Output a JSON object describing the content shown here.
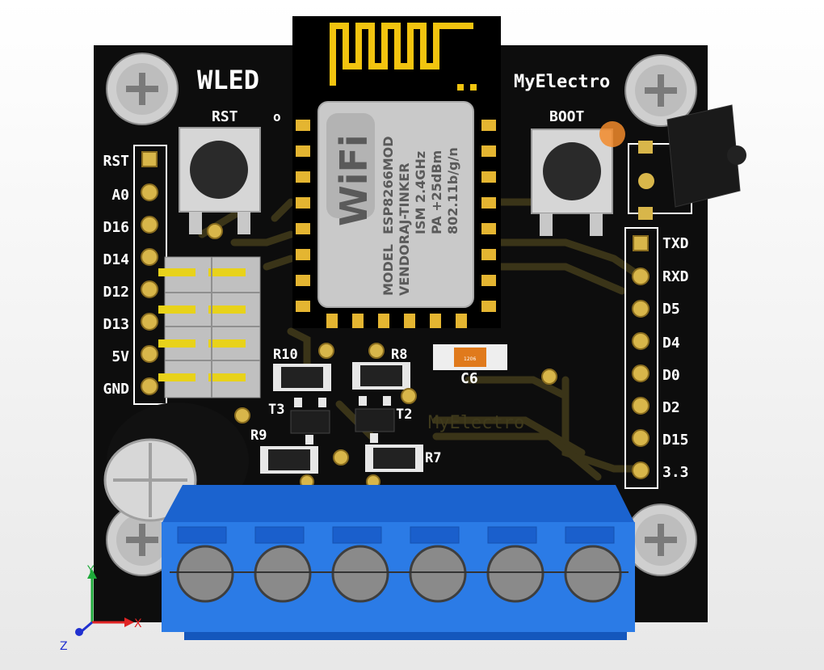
{
  "board": {
    "title": "WLED",
    "brand": "MyElectro",
    "brand_mid": "MyElectro",
    "rst_label": "RST",
    "boot_label": "BOOT",
    "small_mark": "o"
  },
  "left_header": {
    "pins": [
      "RST",
      "A0",
      "D16",
      "D14",
      "D12",
      "D13",
      "5V",
      "GND"
    ]
  },
  "right_header": {
    "pins": [
      "TXD",
      "RXD",
      "D5",
      "D4",
      "D0",
      "D2",
      "D15",
      "3.3"
    ]
  },
  "module": {
    "wifi_text": "WiFi",
    "lines": [
      "ESP8266MOD",
      "AJ-TINKER",
      "ISM  2.4GHz",
      "PA  +25dBm",
      "802.11b/g/n"
    ],
    "model_line_1": "MODEL",
    "model_line_2": "VENDOR"
  },
  "components": {
    "r10": "R10",
    "r8": "R8",
    "c6": "C6",
    "c6_code": "1206",
    "t3": "T3",
    "t2": "T2",
    "r9": "R9",
    "r7": "R7"
  },
  "axes": {
    "x": "X",
    "y": "Y",
    "z": "Z"
  },
  "colors": {
    "pcb": "#101010",
    "trace": "#3a3418",
    "gold": "#d8b64a",
    "terminal": "#1f6fe0",
    "antenna": "#f2c40f",
    "silkscreen": "#ffffff"
  }
}
